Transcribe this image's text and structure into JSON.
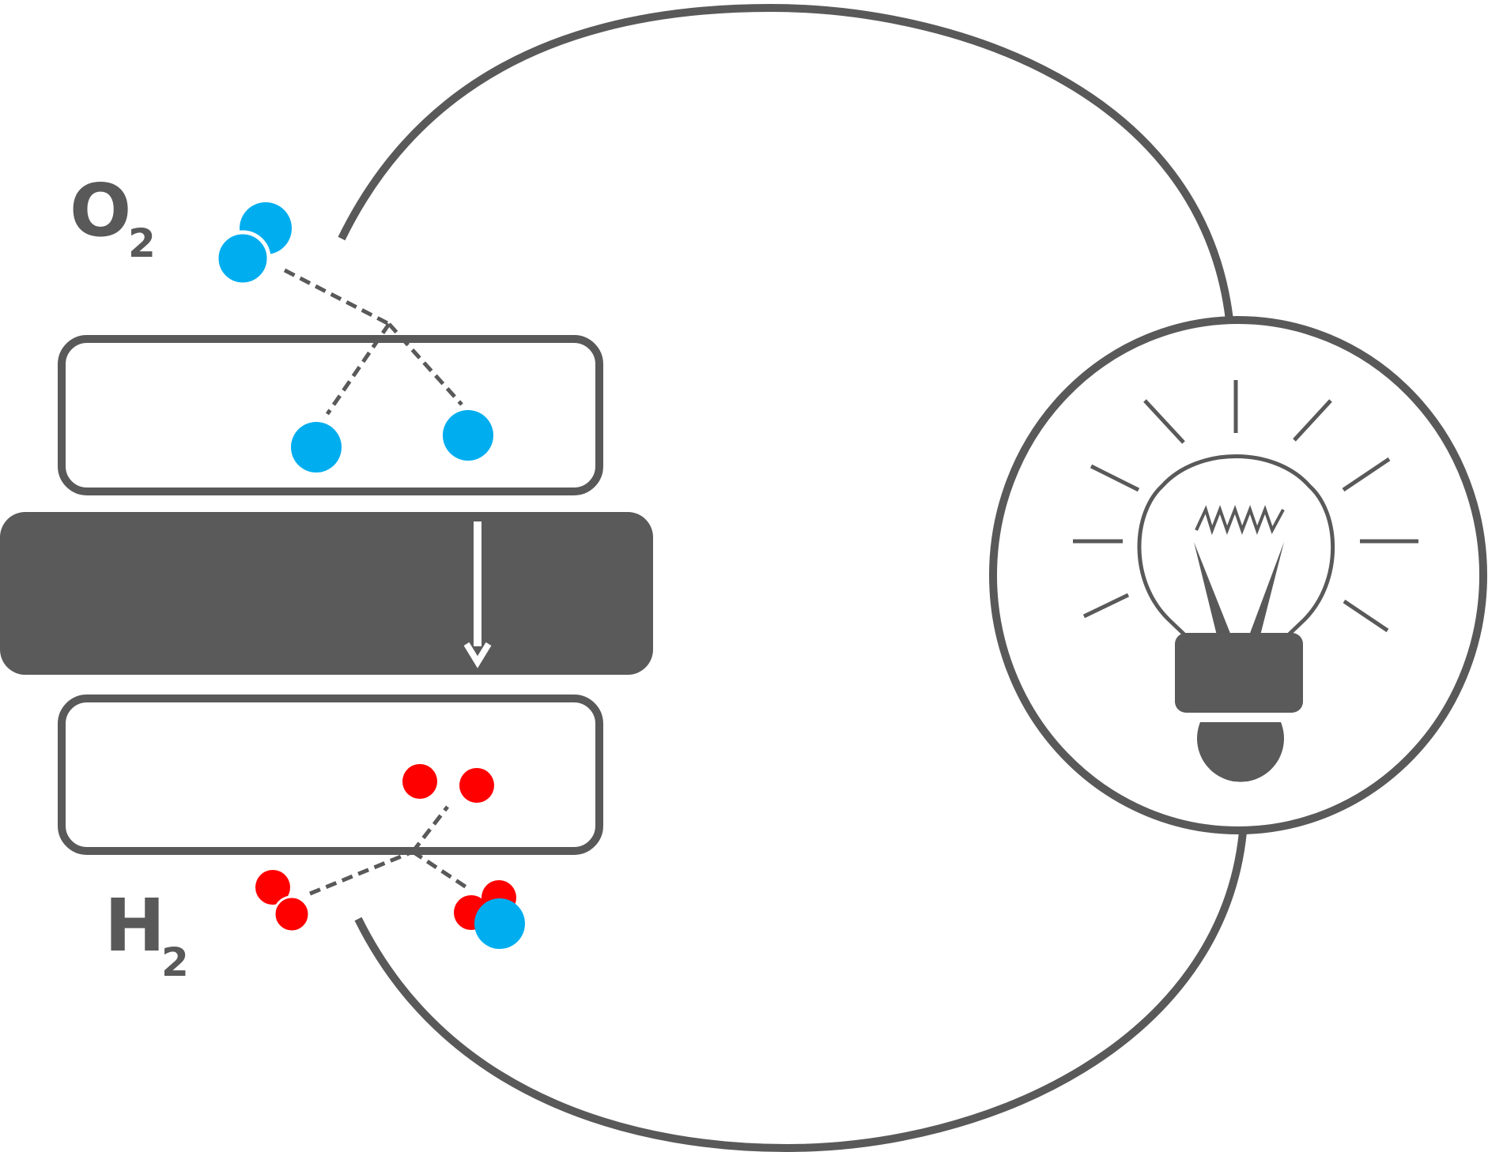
{
  "labels": {
    "oxygen": {
      "main": "O",
      "sub": "2"
    },
    "hydrogen": {
      "main": "H",
      "sub": "2"
    }
  },
  "colors": {
    "stroke": "#595959",
    "oxygen": "#00aeef",
    "hydrogen": "#ff0000",
    "electrolyte": "#5a5a5a",
    "background": "#ffffff"
  },
  "icons": {
    "bulb": "light-bulb-icon",
    "ion_flow": "arrow-down-icon"
  }
}
